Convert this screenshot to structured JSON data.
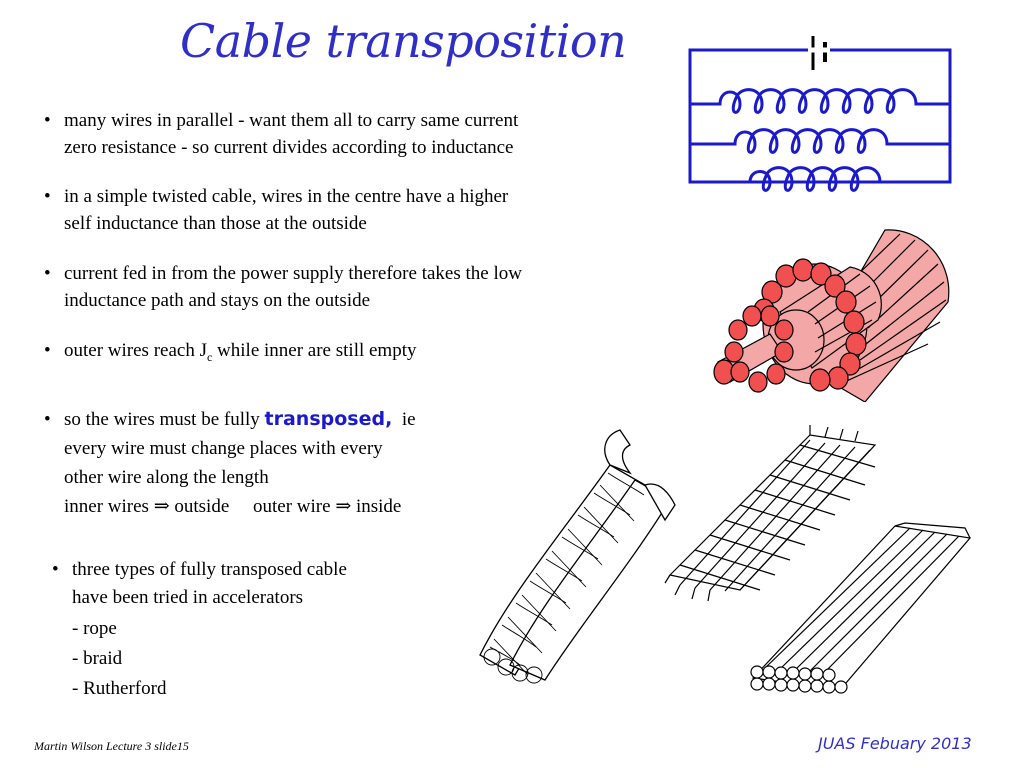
{
  "slide": {
    "title": "Cable transposition",
    "bullets": {
      "b1": {
        "l1": "many wires in parallel - want them all to carry same current",
        "l2": "zero resistance - so current divides according to inductance"
      },
      "b2": {
        "l1": "in a simple twisted cable, wires in the centre have a higher",
        "l2": "self inductance than those at the outside"
      },
      "b3": {
        "l1": "current fed in from the power supply therefore takes the low",
        "l2": "inductance path and stays on the outside"
      },
      "b4": {
        "pre": "outer wires reach J",
        "sub": "c",
        "post": " while inner are still empty"
      },
      "b5": {
        "pre": "so the wires must be fully ",
        "keyword": "transposed,",
        "post": "  ie",
        "l2": "every wire must change places with every",
        "l3": "other wire along the length",
        "l4a": "inner wires ",
        "arrow": "⇒",
        "l4b": " outside     outer wire ",
        "l4c": " inside"
      },
      "b6": {
        "l1": "three types of fully transposed cable",
        "l2": "have been tried in accelerators",
        "i1": "- rope",
        "i2": "- braid",
        "i3": "- Rutherford"
      }
    },
    "bullet_char": "•",
    "footer_left": "Martin Wilson Lecture 3 slide15",
    "footer_right": "JUAS Febuary 2013",
    "colors": {
      "title": "#2f2fc8",
      "keyword": "#1a1acc",
      "circuit": "#1a1acc",
      "cable_fill": "#f4a7a7",
      "strand_fill": "#f05050"
    },
    "figures": [
      "parallel-inductors-circuit",
      "twisted-cable-cross-section",
      "rope-cable",
      "braid-cable",
      "rutherford-cable"
    ]
  }
}
